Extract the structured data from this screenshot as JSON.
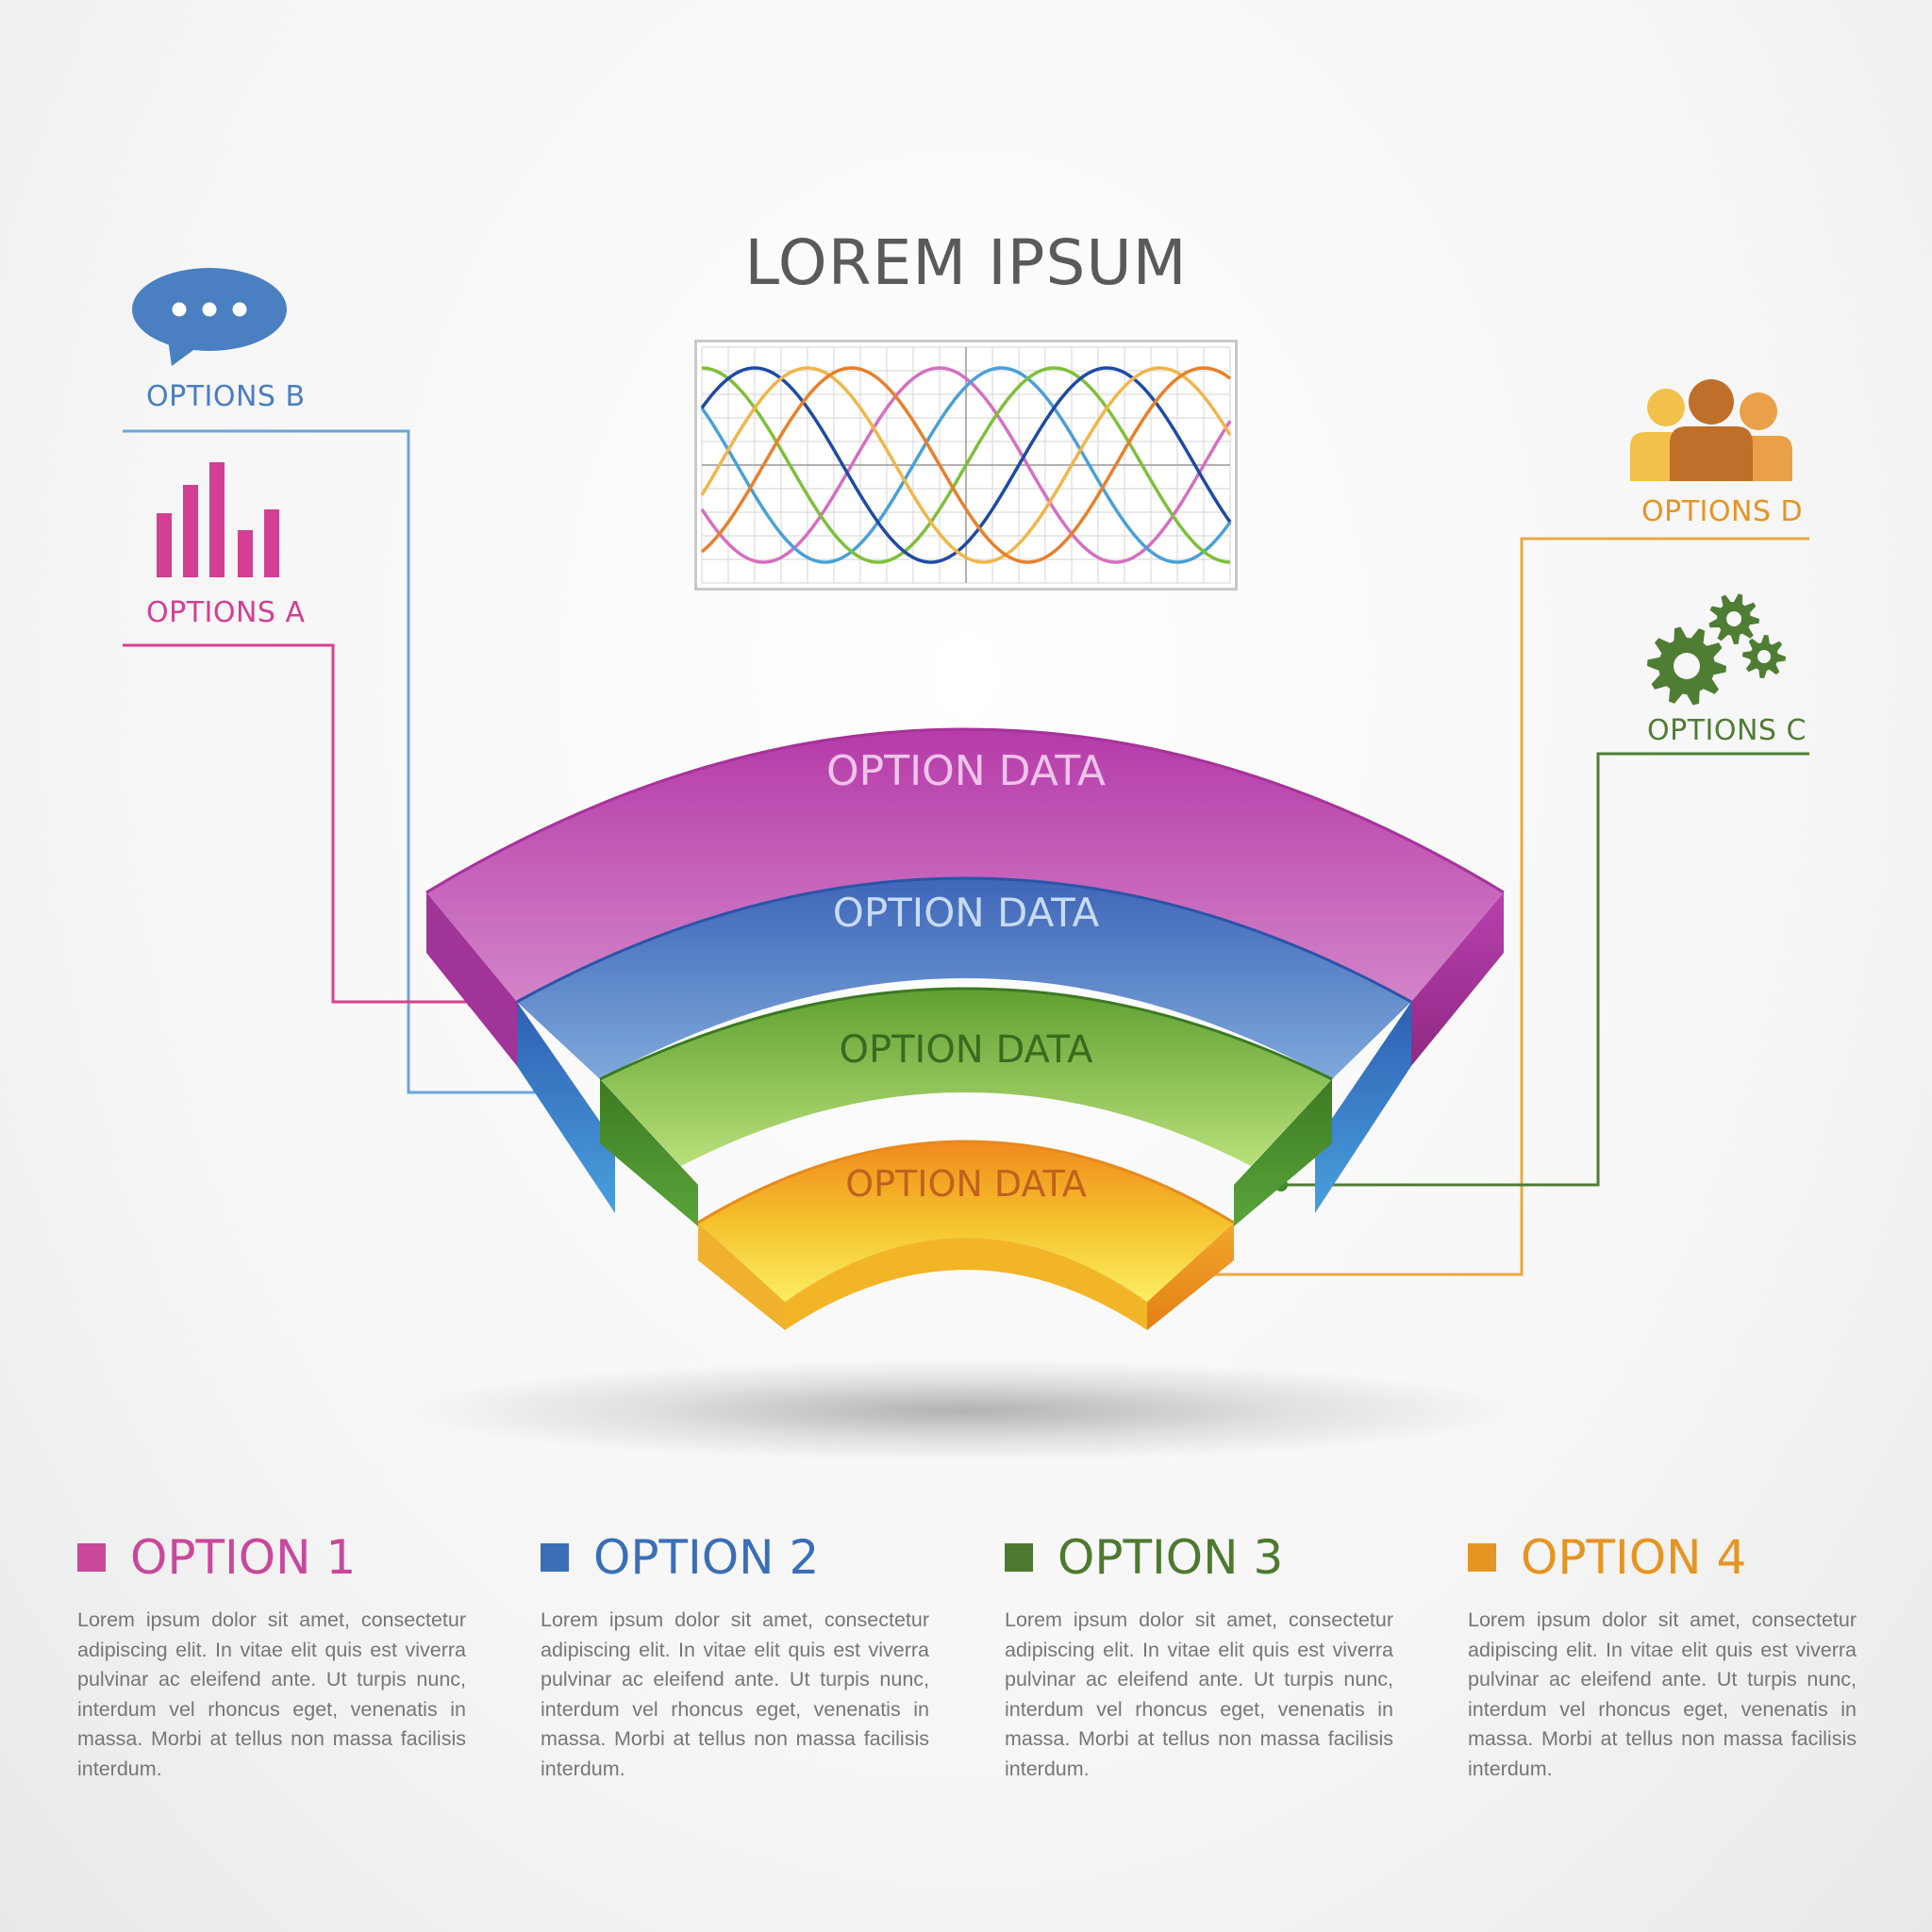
{
  "title": "LOREM IPSUM",
  "colors": {
    "pink": "#c9489a",
    "blue": "#3a6fb7",
    "green": "#4d7a2e",
    "orange": "#e69422",
    "gray": "#5a5a5a"
  },
  "side_options": {
    "a": {
      "label": "OPTIONS A",
      "icon": "bar-chart-icon"
    },
    "b": {
      "label": "OPTIONS B",
      "icon": "speech-bubble-icon"
    },
    "c": {
      "label": "OPTIONS C",
      "icon": "gears-icon"
    },
    "d": {
      "label": "OPTIONS D",
      "icon": "people-icon"
    }
  },
  "arc_bands": [
    {
      "label": "OPTION DATA",
      "color": "pink"
    },
    {
      "label": "OPTION DATA",
      "color": "blue"
    },
    {
      "label": "OPTION DATA",
      "color": "green"
    },
    {
      "label": "OPTION DATA",
      "color": "orange"
    }
  ],
  "options": [
    {
      "title": "OPTION 1",
      "text": "Lorem ipsum dolor sit amet, consectetur adipiscing elit. In vitae elit quis est viverra pulvinar ac eleifend ante. Ut turpis nunc, interdum vel rhoncus eget, venenatis in massa. Morbi at tellus non massa facilisis interdum."
    },
    {
      "title": "OPTION 2",
      "text": "Lorem ipsum dolor sit amet, consectetur adipiscing elit. In vitae elit quis est viverra pulvinar ac eleifend ante. Ut turpis nunc, interdum vel rhoncus eget, venenatis in massa. Morbi at tellus non massa facilisis interdum."
    },
    {
      "title": "OPTION 3",
      "text": "Lorem ipsum dolor sit amet, consectetur adipiscing elit. In vitae elit quis est viverra pulvinar ac eleifend ante. Ut turpis nunc, interdum vel rhoncus eget, venenatis in massa. Morbi at tellus non massa facilisis interdum."
    },
    {
      "title": "OPTION 4",
      "text": "Lorem ipsum dolor sit amet, consectetur adipiscing elit. In vitae elit quis est viverra pulvinar ac eleifend ante. Ut turpis nunc, interdum vel rhoncus eget, venenatis in massa. Morbi at tellus non massa facilisis interdum."
    }
  ]
}
